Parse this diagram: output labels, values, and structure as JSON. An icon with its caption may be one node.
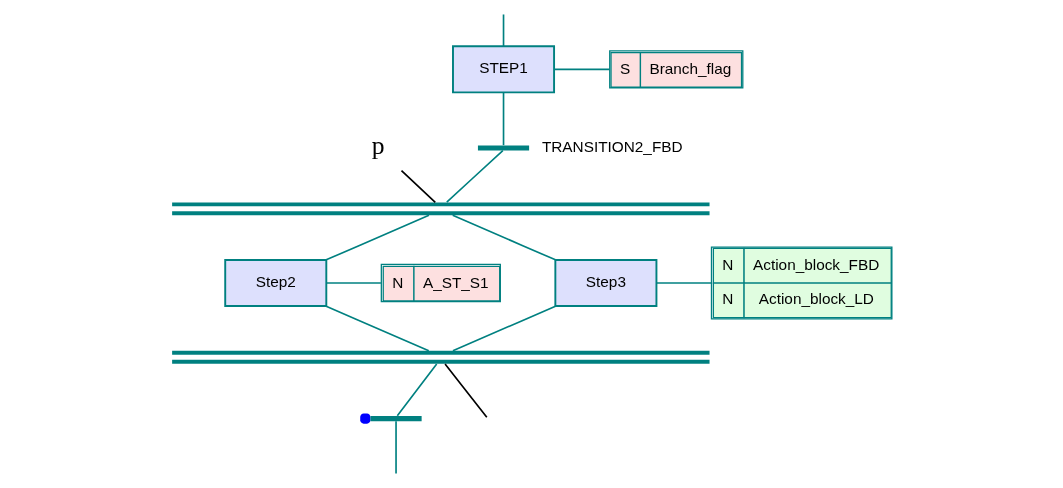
{
  "diagram": {
    "nodes": [
      {
        "text": [
          "STEP1"
        ]
      },
      {
        "text": [
          "S",
          "Branch_flag"
        ]
      },
      {
        "text": [],
        "shape": "bar",
        "beside": [
          "TRANSITION2_FBD"
        ]
      },
      {
        "text": [],
        "shape": "bar"
      },
      {
        "text": [
          "Step2"
        ]
      },
      {
        "text": [
          "N",
          "A_ST_S1"
        ]
      },
      {
        "text": [
          "Step3"
        ]
      },
      {
        "text": [
          "N",
          "Action_block_FBD",
          "N",
          "Action_block_LD"
        ]
      },
      {
        "text": [],
        "shape": "bar"
      },
      {
        "text": [],
        "shape": "bar"
      },
      {
        "text": [
          "p"
        ]
      }
    ],
    "edges": [
      {
        "from": null,
        "to": 0,
        "arrow": "none"
      },
      {
        "from": 0,
        "to": 1,
        "arrow": "none"
      },
      {
        "from": 0,
        "to": 2,
        "arrow": "none"
      },
      {
        "from": 2,
        "to": 3,
        "arrow": "none"
      },
      {
        "from": 3,
        "to": 4,
        "arrow": "none"
      },
      {
        "from": 3,
        "to": 6,
        "arrow": "none"
      },
      {
        "from": 4,
        "to": 5,
        "arrow": "none"
      },
      {
        "from": 6,
        "to": 7,
        "arrow": "none"
      },
      {
        "from": 4,
        "to": 8,
        "arrow": "none"
      },
      {
        "from": 6,
        "to": 8,
        "arrow": "none"
      },
      {
        "from": 8,
        "to": 9,
        "arrow": "none"
      },
      {
        "from": 9,
        "to": null,
        "arrow": "none"
      },
      {
        "from": 10,
        "to": 3,
        "arrow": "none",
        "color": "#000000"
      },
      {
        "from": null,
        "to": 8,
        "arrow": "none",
        "color": "#000000"
      }
    ]
  }
}
